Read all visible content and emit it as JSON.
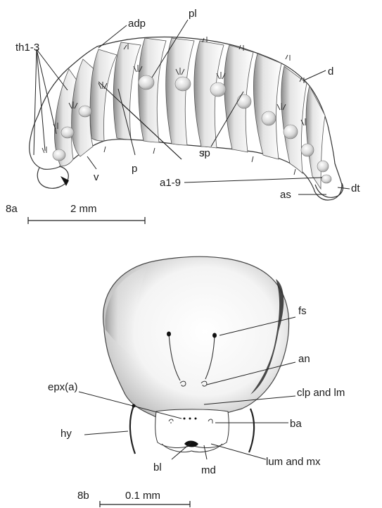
{
  "figure_a": {
    "panel_label": "8a",
    "scale_label": "2 mm",
    "labels": {
      "adp": "adp",
      "pl": "pl",
      "th": "th1-3",
      "d": "d",
      "v": "v",
      "p": "p",
      "sp": "sp",
      "a": "a1-9",
      "dt": "dt",
      "as": "as"
    }
  },
  "figure_b": {
    "panel_label": "8b",
    "scale_label": "0.1 mm",
    "labels": {
      "fs": "fs",
      "an": "an",
      "epx": "epx(a)",
      "clp": "clp and lm",
      "hy": "hy",
      "ba": "ba",
      "bl": "bl",
      "md": "md",
      "lum": "lum and mx"
    }
  }
}
